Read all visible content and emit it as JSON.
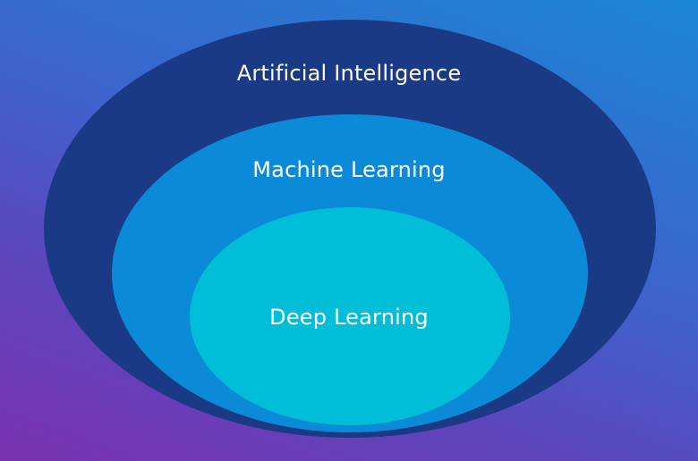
{
  "diagram": {
    "layers": [
      {
        "label": "Artificial Intelligence",
        "color": "#1b3a86"
      },
      {
        "label": "Machine Learning",
        "color": "#0b8ad8"
      },
      {
        "label": "Deep Learning",
        "color": "#00bed8"
      }
    ],
    "background_colors": [
      "#7a32b0",
      "#1a86d6"
    ]
  }
}
